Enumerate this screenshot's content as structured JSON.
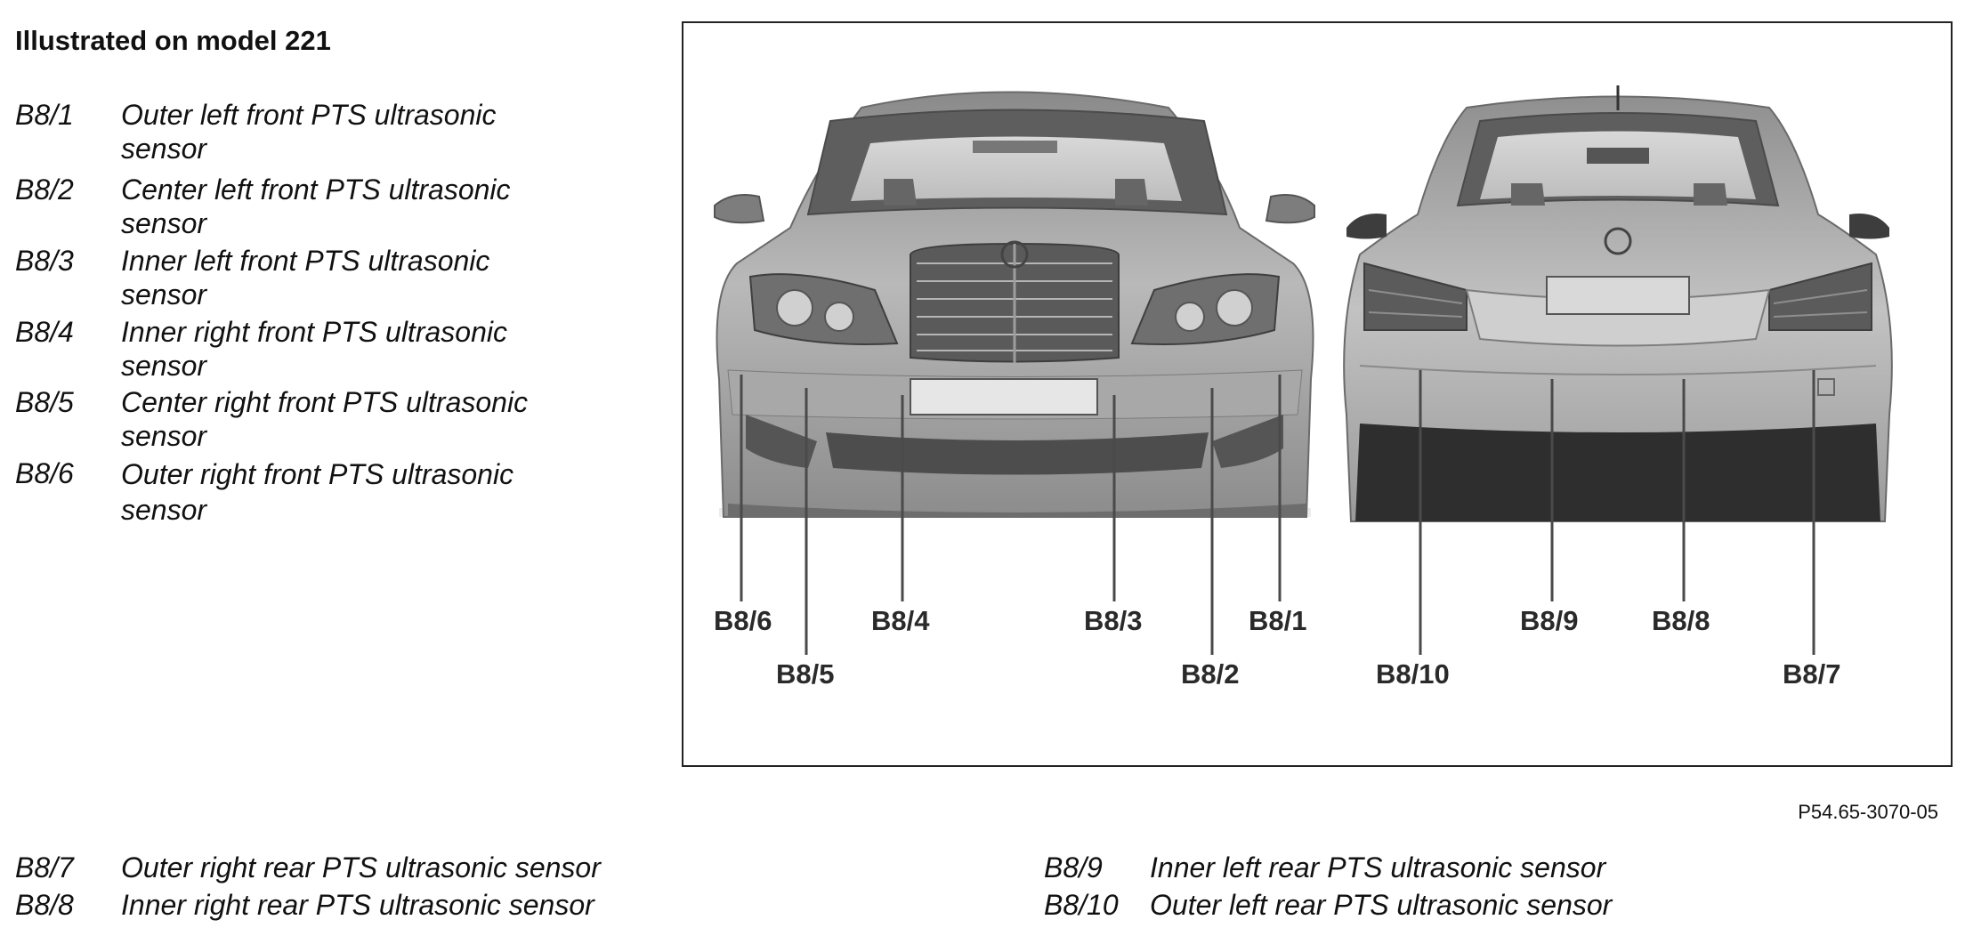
{
  "heading": "Illustrated on model 221",
  "front_legend": [
    {
      "code": "B8/1",
      "line1": "Outer left front PTS ultrasonic",
      "line2": "sensor"
    },
    {
      "code": "B8/2",
      "line1": "Center left front PTS ultrasonic",
      "line2": "sensor"
    },
    {
      "code": "B8/3",
      "line1": "Inner left front PTS ultrasonic",
      "line2": "sensor"
    },
    {
      "code": "B8/4",
      "line1": "Inner right front PTS ultrasonic",
      "line2": "sensor"
    },
    {
      "code": "B8/5",
      "line1": "Center right front PTS ultrasonic",
      "line2": "sensor"
    },
    {
      "code": "B8/6",
      "line1": "Outer right front PTS ultrasonic",
      "line2": "sensor"
    }
  ],
  "callouts": {
    "b86": "B8/6",
    "b85": "B8/5",
    "b84": "B8/4",
    "b83": "B8/3",
    "b82": "B8/2",
    "b81": "B8/1",
    "b810": "B8/10",
    "b89": "B8/9",
    "b88": "B8/8",
    "b87": "B8/7"
  },
  "figure_ref": "P54.65-3070-05",
  "rear_legend": [
    {
      "code": "B8/7",
      "desc": "Outer right rear PTS ultrasonic sensor"
    },
    {
      "code": "B8/8",
      "desc": "Inner right rear PTS ultrasonic sensor"
    },
    {
      "code": "B8/9",
      "desc": "Inner left rear PTS ultrasonic sensor"
    },
    {
      "code": "B8/10",
      "desc": "Outer left rear PTS ultrasonic sensor"
    }
  ]
}
